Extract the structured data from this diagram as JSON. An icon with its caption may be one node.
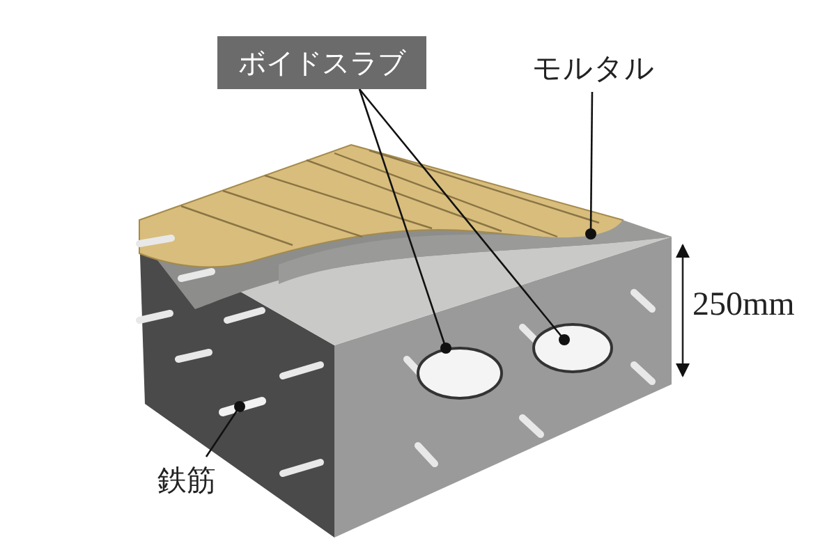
{
  "diagram": {
    "nodes": [
      {
        "text": [
          "ボイドスラブ"
        ]
      },
      {
        "text": [
          "モルタル"
        ]
      },
      {
        "text": [
          "鉄筋"
        ]
      },
      {
        "text": [],
        "shape": "circle"
      },
      {
        "text": [],
        "shape": "circle"
      },
      {
        "text": [],
        "shape": "picture"
      },
      {
        "text": [],
        "shape": "bar"
      }
    ],
    "edges": [
      {
        "from": 0,
        "to": 3,
        "arrow": "other"
      },
      {
        "from": 0,
        "to": 4,
        "arrow": "other"
      },
      {
        "from": 1,
        "to": 5,
        "arrow": "other"
      },
      {
        "from": 2,
        "to": 6,
        "arrow": "other"
      }
    ],
    "labels": [
      "250mm"
    ]
  }
}
